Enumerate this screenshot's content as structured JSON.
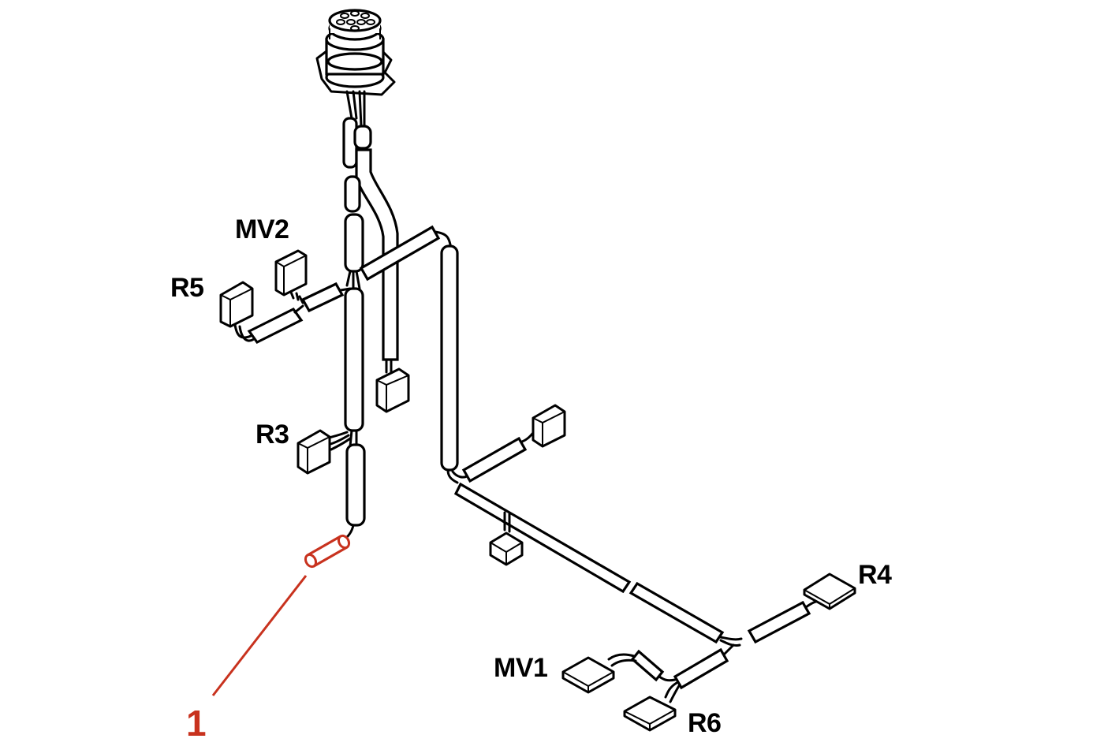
{
  "labels": {
    "mv2": "MV2",
    "r5": "R5",
    "r3": "R3",
    "r4": "R4",
    "mv1": "MV1",
    "r6": "R6",
    "callout_1": "1"
  },
  "colors": {
    "line": "#000000",
    "highlight": "#c8321e",
    "background": "#ffffff"
  },
  "icons": {
    "main_connector": "round-multipin-connector-icon"
  }
}
